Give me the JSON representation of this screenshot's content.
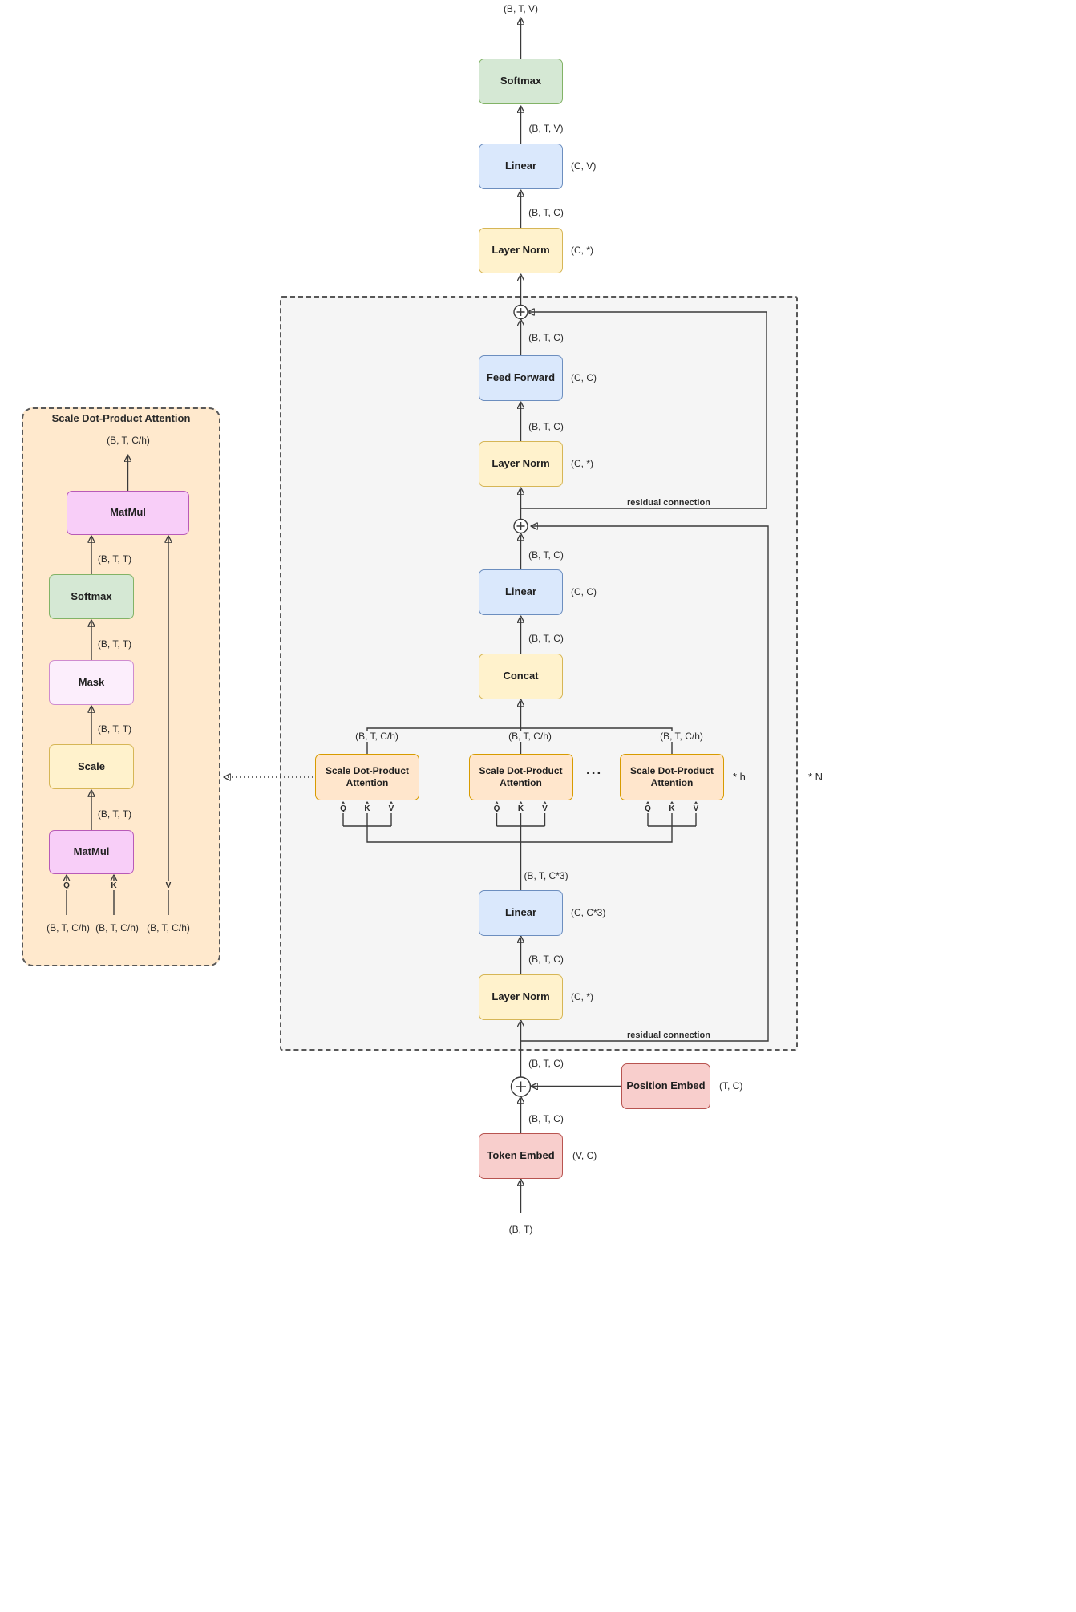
{
  "blocks": {
    "softmax": "Softmax",
    "linear": "Linear",
    "layer_norm": "Layer Norm",
    "feed_forward": "Feed Forward",
    "concat": "Concat",
    "attention_head": "Scale Dot-Product Attention",
    "token_embed": "Token Embed",
    "position_embed": "Position Embed",
    "matmul": "MatMul",
    "mask": "Mask",
    "scale": "Scale"
  },
  "shapes": {
    "btv": "(B, T, V)",
    "btc": "(B, T, C)",
    "btc3": "(B, T, C*3)",
    "btch": "(B, T, C/h)",
    "btt": "(B, T, T)",
    "bt": "(B, T)"
  },
  "weights": {
    "cv": "(C, V)",
    "c_any": "(C, *)",
    "cc": "(C, C)",
    "cc3": "(C, C*3)",
    "tc": "(T, C)",
    "vc": "(V, C)"
  },
  "annotations": {
    "residual": "residual connection",
    "per_head": "* h",
    "per_layer": "* N",
    "ellipsis": "...",
    "q": "Q",
    "k": "K",
    "v": "V",
    "subdiagram_title": "Scale Dot-Product Attention"
  },
  "colors": {
    "softmax_fill": "#d5e8d4",
    "softmax_border": "#82b366",
    "linear_fill": "#dae8fc",
    "linear_border": "#6c8ebf",
    "norm_fill": "#fff2cc",
    "norm_border": "#d6b656",
    "embed_fill": "#f8cecc",
    "embed_border": "#b85450",
    "attention_fill": "#ffe6cc",
    "attention_border": "#d79b00",
    "matmul_fill": "#f8cef8",
    "block_background": "#f5f5f5",
    "subdiagram_background": "#ffe9cd"
  }
}
